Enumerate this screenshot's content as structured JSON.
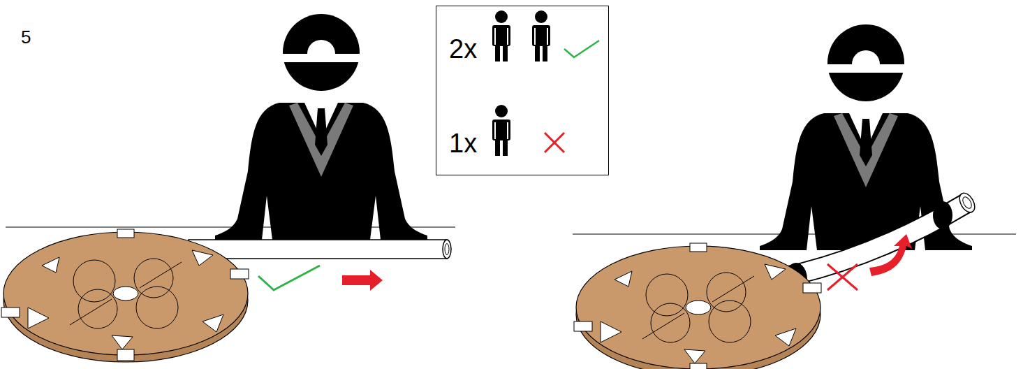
{
  "diagram": {
    "nodes": [
      {
        "text": [
          "2x",
          "1x"
        ]
      }
    ],
    "labels": [
      "5"
    ]
  }
}
